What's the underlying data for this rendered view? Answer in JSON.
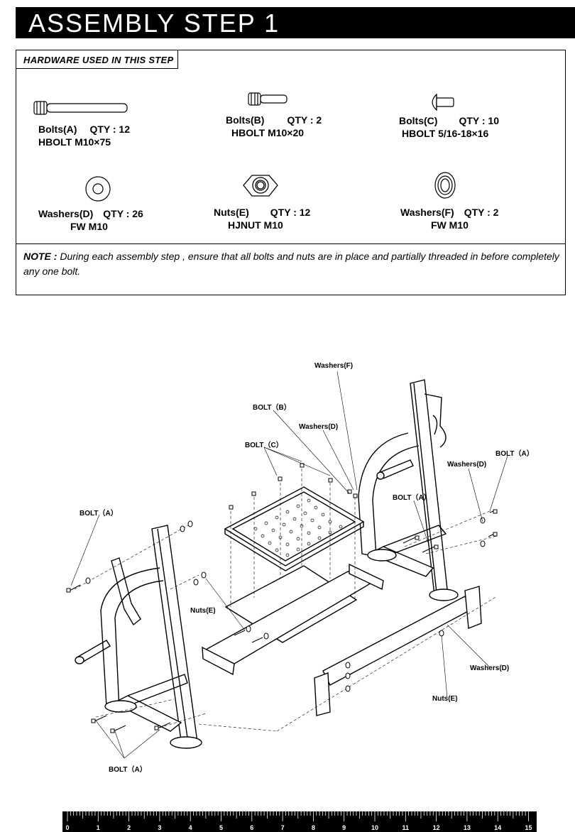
{
  "header": {
    "title": "ASSEMBLY STEP 1"
  },
  "hardware": {
    "heading": "HARDWARE USED  IN  THIS  STEP",
    "items": [
      {
        "name": "Bolts(A)",
        "qty": "QTY : 12",
        "spec": "HBOLT  M10×75"
      },
      {
        "name": "Bolts(B)",
        "qty": "QTY : 2",
        "spec": "HBOLT   M10×20"
      },
      {
        "name": "Bolts(C)",
        "qty": "QTY : 10",
        "spec": "HBOLT   5/16-18×16"
      },
      {
        "name": "Washers(D)",
        "qty": "QTY : 26",
        "spec": "FW  M10"
      },
      {
        "name": "Nuts(E)",
        "qty": "QTY : 12",
        "spec": "HJNUT  M10"
      },
      {
        "name": "Washers(F)",
        "qty": "QTY : 2",
        "spec": "FW  M10"
      }
    ],
    "icons": [
      "bolt-a-icon",
      "bolt-b-icon",
      "bolt-c-icon",
      "washer-d-icon",
      "nut-e-icon",
      "washer-f-icon"
    ]
  },
  "note": {
    "label": "NOTE :",
    "text": " During each assembly step , ensure that all bolts and nuts are in place and partially threaded in before completely any one bolt."
  },
  "diagram": {
    "labels": {
      "washers_f": "Washers(F)",
      "bolt_b": "BOLT（B）",
      "washers_d_top": "Washers(D)",
      "bolt_c": "BOLT（C）",
      "bolt_a_right": "BOLT（A）",
      "washers_d_right": "Washers(D)",
      "bolt_a_mid": "BOLT（A）",
      "bolt_a_left": "BOLT（A）",
      "nuts_e_left": "Nuts(E)",
      "washers_d_bottom": "Washers(D)",
      "nuts_e_bottom": "Nuts(E)",
      "bolt_a_bottom": "BOLT（A）"
    }
  },
  "ruler": {
    "marks": [
      "0",
      "1",
      "2",
      "3",
      "4",
      "5",
      "6",
      "7",
      "8",
      "9",
      "10",
      "11",
      "12",
      "13",
      "14",
      "15"
    ]
  }
}
